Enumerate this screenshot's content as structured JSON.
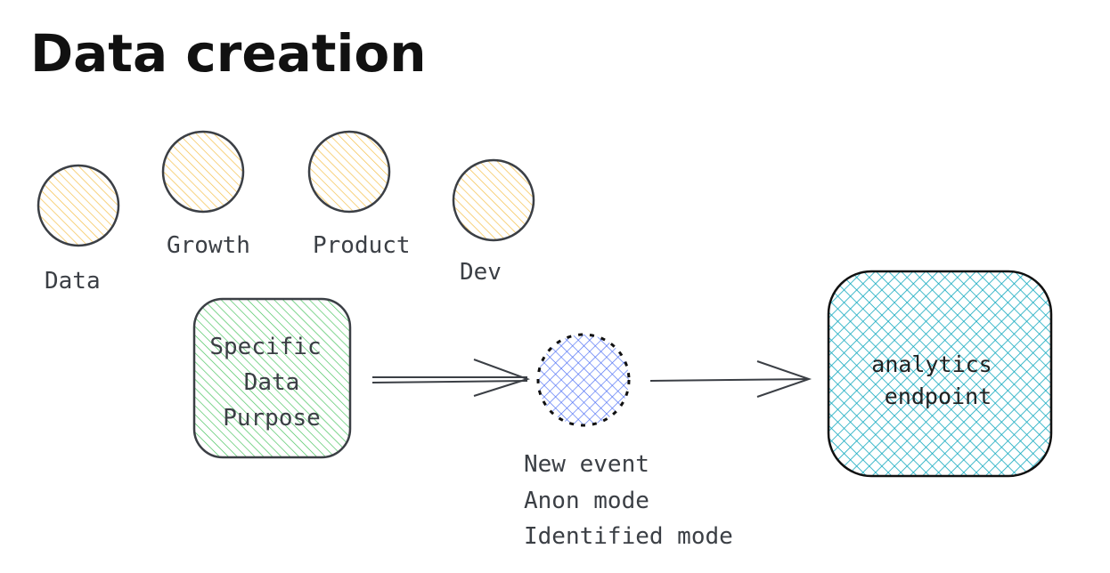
{
  "title": "Data creation",
  "teams": [
    {
      "label": "Data"
    },
    {
      "label": "Growth"
    },
    {
      "label": "Product"
    },
    {
      "label": "Dev"
    }
  ],
  "purpose_box": {
    "lines": [
      "Specific",
      "Data",
      "Purpose"
    ]
  },
  "event_node": {
    "lines": [
      "New event",
      "Anon mode",
      "Identified mode"
    ]
  },
  "endpoint_box": {
    "lines": [
      "analytics",
      "endpoint"
    ]
  },
  "colors": {
    "team": "#f5c04a",
    "purpose": "#40c057",
    "event": "#4c6ef5",
    "endpoint": "#15aabf",
    "stroke": "#3b3f45"
  }
}
